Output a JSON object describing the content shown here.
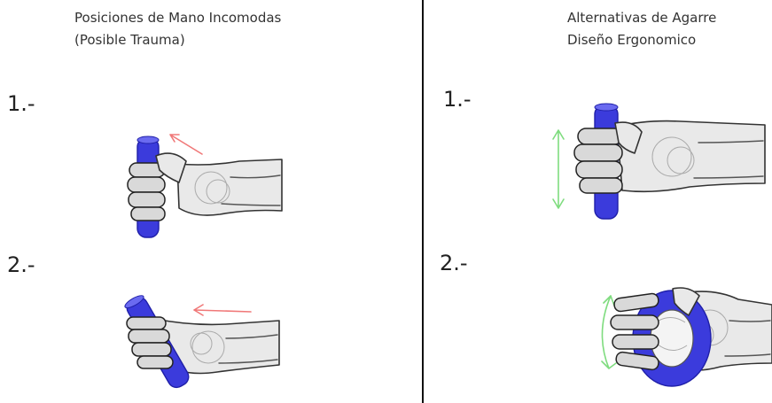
{
  "left": {
    "title_line1": "Posiciones de Mano Incomodas",
    "title_line2": "(Posible Trauma)",
    "item1": "1.-",
    "item2": "2.-"
  },
  "right": {
    "title_line1": "Alternativas de Agarre",
    "title_line2": "Diseño Ergonomico",
    "item1": "1.-",
    "item2": "2.-"
  },
  "colors": {
    "handle": "#3b3bdc",
    "handle_light": "#6a6af0",
    "warning_arrow": "#f07878",
    "ok_arrow": "#7fdc7f",
    "divider": "#111111"
  }
}
